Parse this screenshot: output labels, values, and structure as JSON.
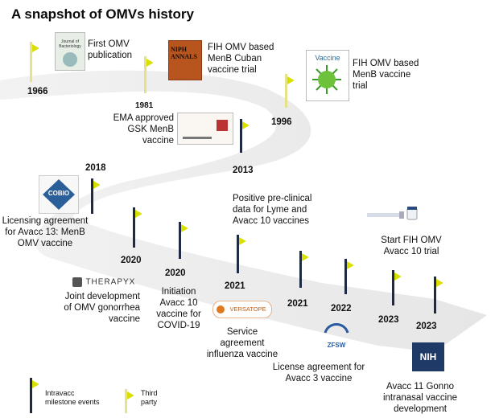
{
  "title": "A snapshot of OMVs history",
  "colors": {
    "intravacc": "#1f2a44",
    "third_party": "#d9e000",
    "third_party_pole": "#e6e28a"
  },
  "events": [
    {
      "year": "1966",
      "label": "First OMV\npublication",
      "type": "third_party"
    },
    {
      "year": "1981",
      "label": "FIH OMV based\nMenB Cuban\nvaccine trial",
      "type": "third_party"
    },
    {
      "year": "1996",
      "label": "FIH OMV based\nMenB vaccine\ntrial",
      "type": "third_party"
    },
    {
      "year": "2013",
      "label": "EMA approved\nGSK MenB\nvaccine",
      "type": "third_party"
    },
    {
      "year": "2018",
      "label": "Licensing agreement\nfor Avacc 13: MenB\nOMV vaccine",
      "type": "intravacc"
    },
    {
      "year": "2020",
      "label": "Joint development\nof OMV gonorrhea\nvaccine",
      "type": "third_party"
    },
    {
      "year": "2020",
      "label": "Initiation\nAvacc 10\nvaccine for\nCOVID-19",
      "type": "third_party"
    },
    {
      "year": "2021",
      "label": "Positive pre-clinical\ndata for Lyme and\nAvacc 10 vaccines",
      "type": "third_party"
    },
    {
      "year": "2021",
      "label": "Service\nagreement\ninfluenza vaccine",
      "type": "third_party"
    },
    {
      "year": "2022",
      "label": "License agreement for\nAvacc 3 vaccine",
      "type": "third_party"
    },
    {
      "year": "2023",
      "label": "Start FIH OMV\nAvacc 10 trial",
      "type": "third_party"
    },
    {
      "year": "2023",
      "label": "Avacc 11 Gonno\nintranasal vaccine\ndevelopment",
      "type": "third_party"
    }
  ],
  "logos": {
    "cobio": "COBIO",
    "therapyx": "THERAPYX",
    "versatope": "VERSATOPE",
    "zfsw": "ZFSW",
    "nih": "NIH",
    "journal": "Journal of Bacteriology",
    "annals": "NIPH ANNALS",
    "vaccine": "Vaccine"
  },
  "legend": {
    "intravacc": "Intravacc\nmilestone events",
    "third_party": "Third\nparty"
  }
}
